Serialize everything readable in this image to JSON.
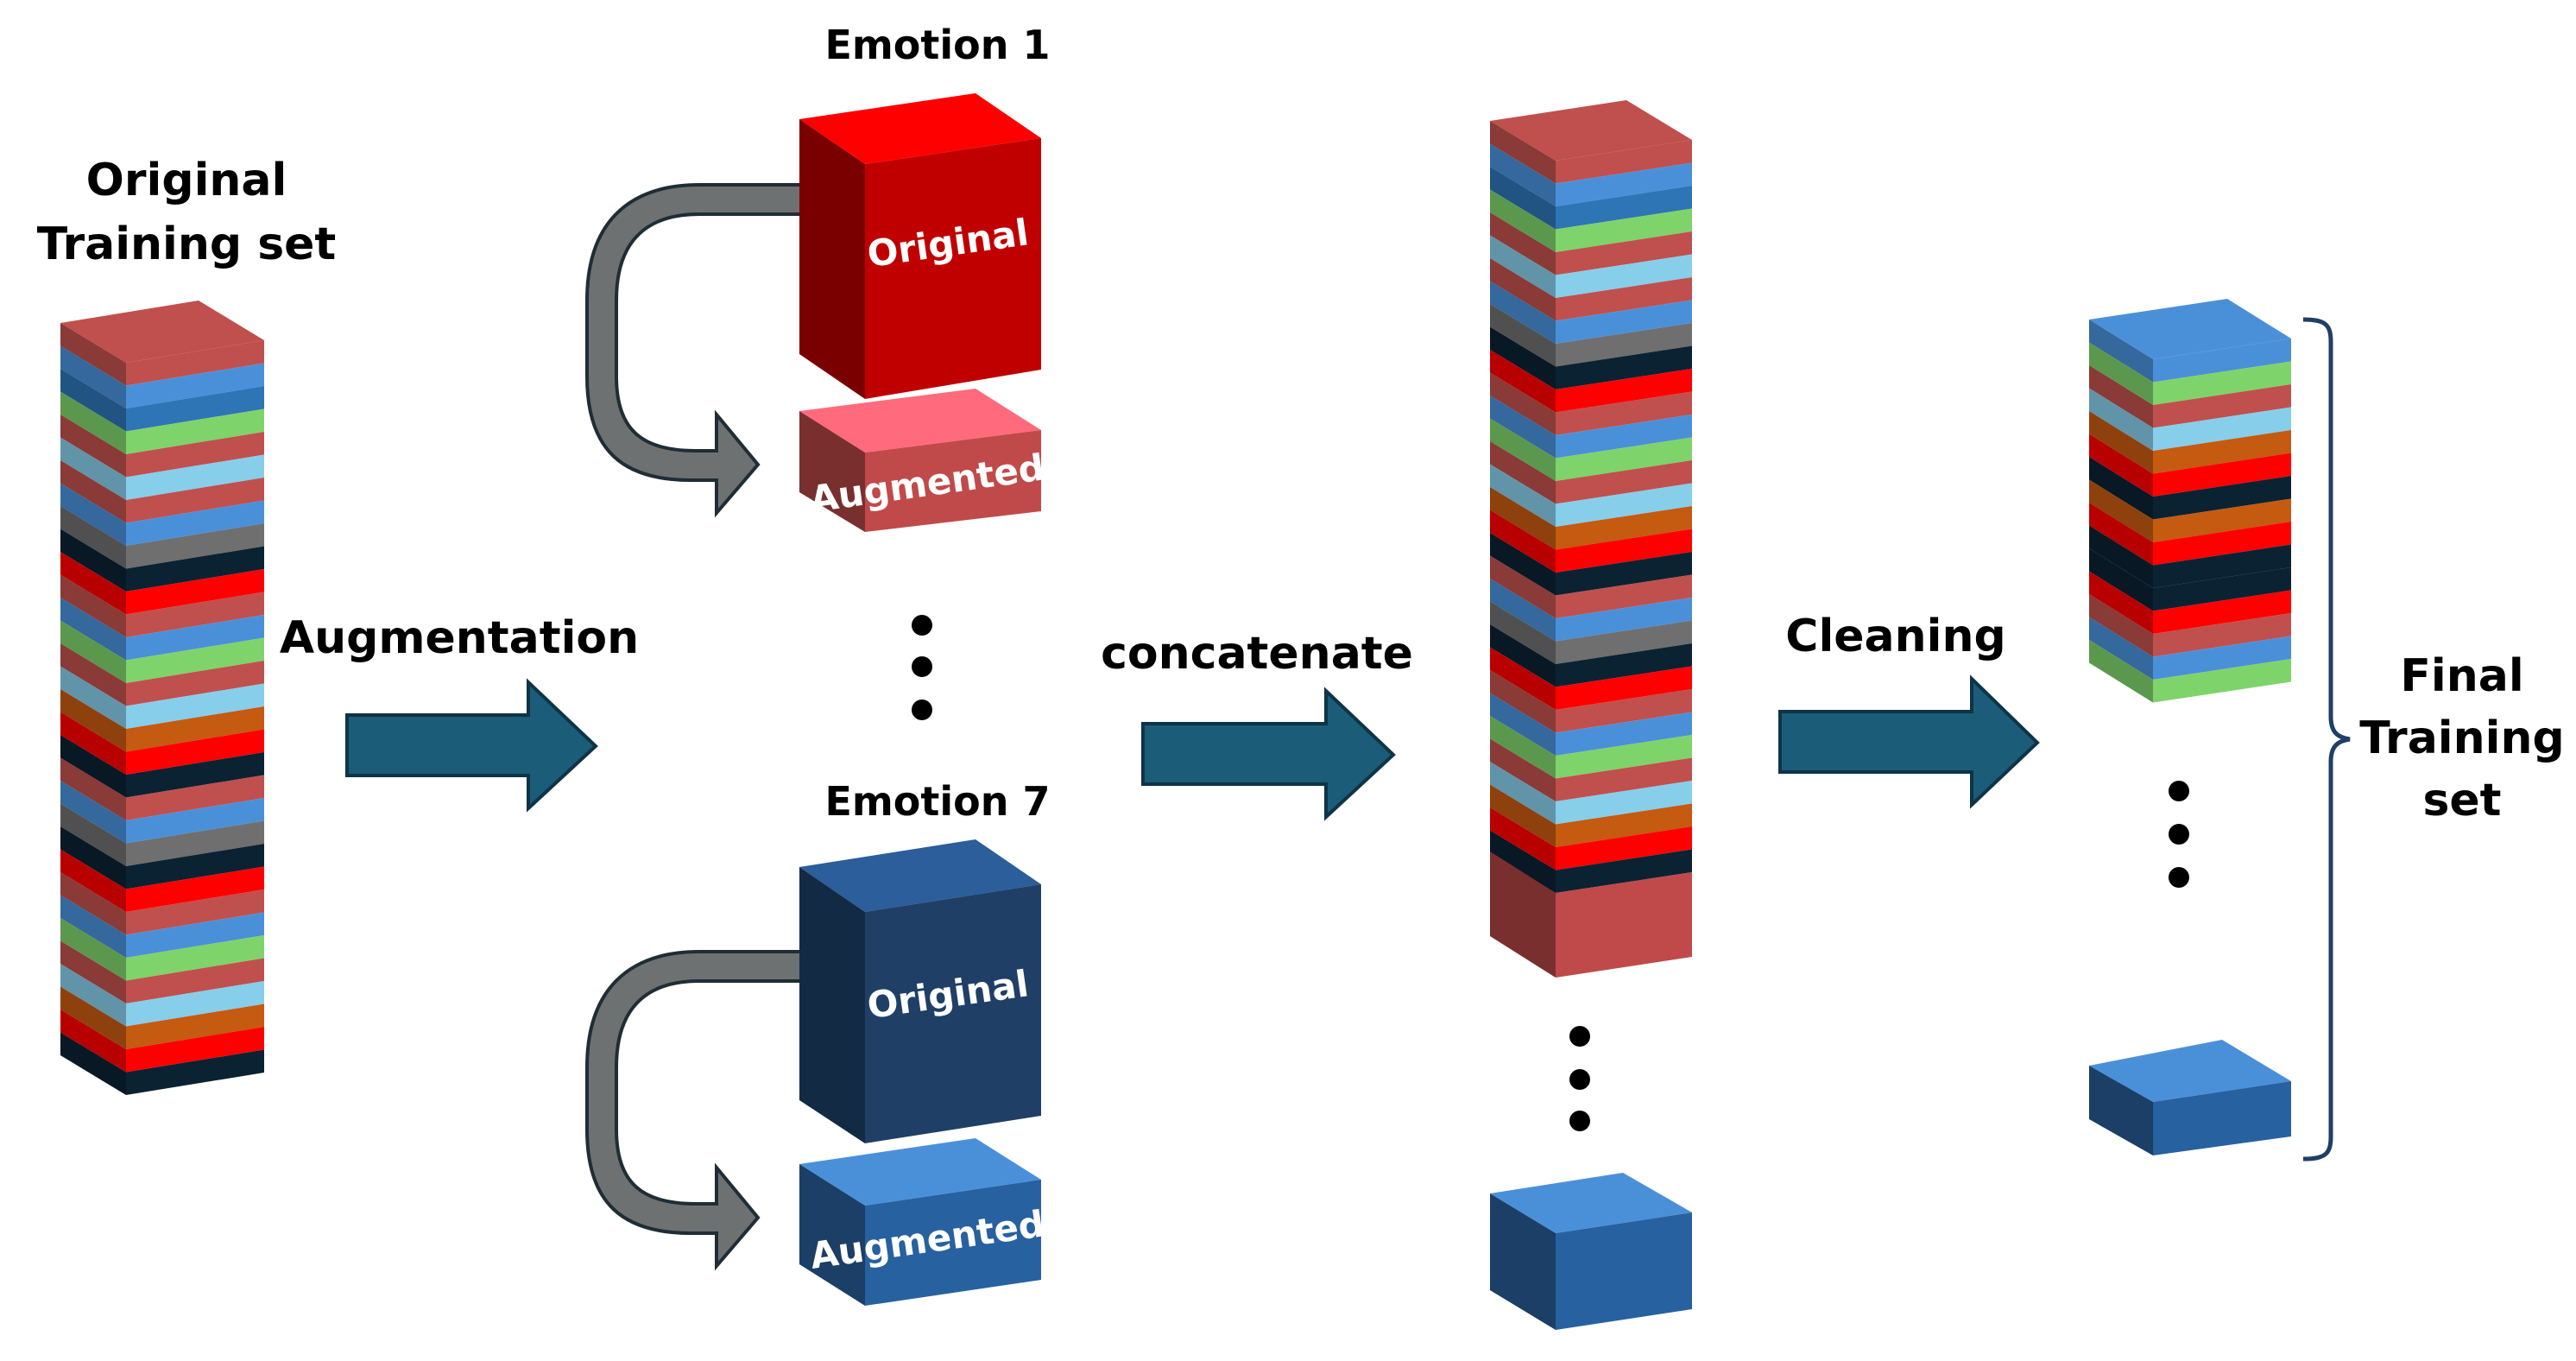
{
  "labels": {
    "original_set_line1": "Original",
    "original_set_line2": "Training set",
    "augmentation": "Augmentation",
    "concatenate": "concatenate",
    "cleaning": "Cleaning",
    "emotion_first": "Emotion 1",
    "emotion_last": "Emotion 7",
    "box_original": "Original",
    "box_augmented": "Augmented",
    "final_line1": "Final",
    "final_line2": "Training",
    "final_line3": "set"
  },
  "colors": {
    "arrow": "#1B5C78",
    "arrow_stroke": "#0E3446",
    "curved_arrow": "#6E7172",
    "red_box": "#C00000",
    "red_box_top": "#FF0000",
    "red_box_side": "#7A0000",
    "pink_box": "#C04A4A",
    "pink_box_top": "#FF6B7C",
    "pink_box_side": "#7A2F2F",
    "navy_box": "#1F3F66",
    "navy_box_top": "#2B5E9A",
    "navy_box_side": "#132A45",
    "blue_box": "#2761A0",
    "blue_box_top": "#4A90D9",
    "blue_box_side": "#1B3F66",
    "stripes": [
      "#C0504D",
      "#4A90D9",
      "#2E75B6",
      "#7FD36B",
      "#C0504D",
      "#87CEEB",
      "#C0504D",
      "#4A90D9",
      "#6F6F6F",
      "#0B2232",
      "#FF0000",
      "#C0504D",
      "#4A90D9",
      "#7FD36B",
      "#C0504D",
      "#87CEEB",
      "#C55A11",
      "#FF0000",
      "#0B2232",
      "#C0504D",
      "#4A90D9",
      "#6F6F6F",
      "#0B2232",
      "#FF0000",
      "#C0504D",
      "#4A90D9",
      "#7FD36B",
      "#C0504D",
      "#87CEEB",
      "#C55A11",
      "#FF0000",
      "#0B2232"
    ],
    "final_stripes": [
      "#4A90D9",
      "#7FD36B",
      "#C0504D",
      "#87CEEB",
      "#C55A11",
      "#FF0000",
      "#0B2232",
      "#C55A11",
      "#FF0000",
      "#0B2232",
      "#0B2232",
      "#FF0000",
      "#C0504D",
      "#4A90D9",
      "#7FD36B"
    ]
  },
  "icons": [
    "right-arrow-icon",
    "curved-arrow-icon",
    "vertical-ellipsis-icon",
    "curly-brace-icon"
  ]
}
